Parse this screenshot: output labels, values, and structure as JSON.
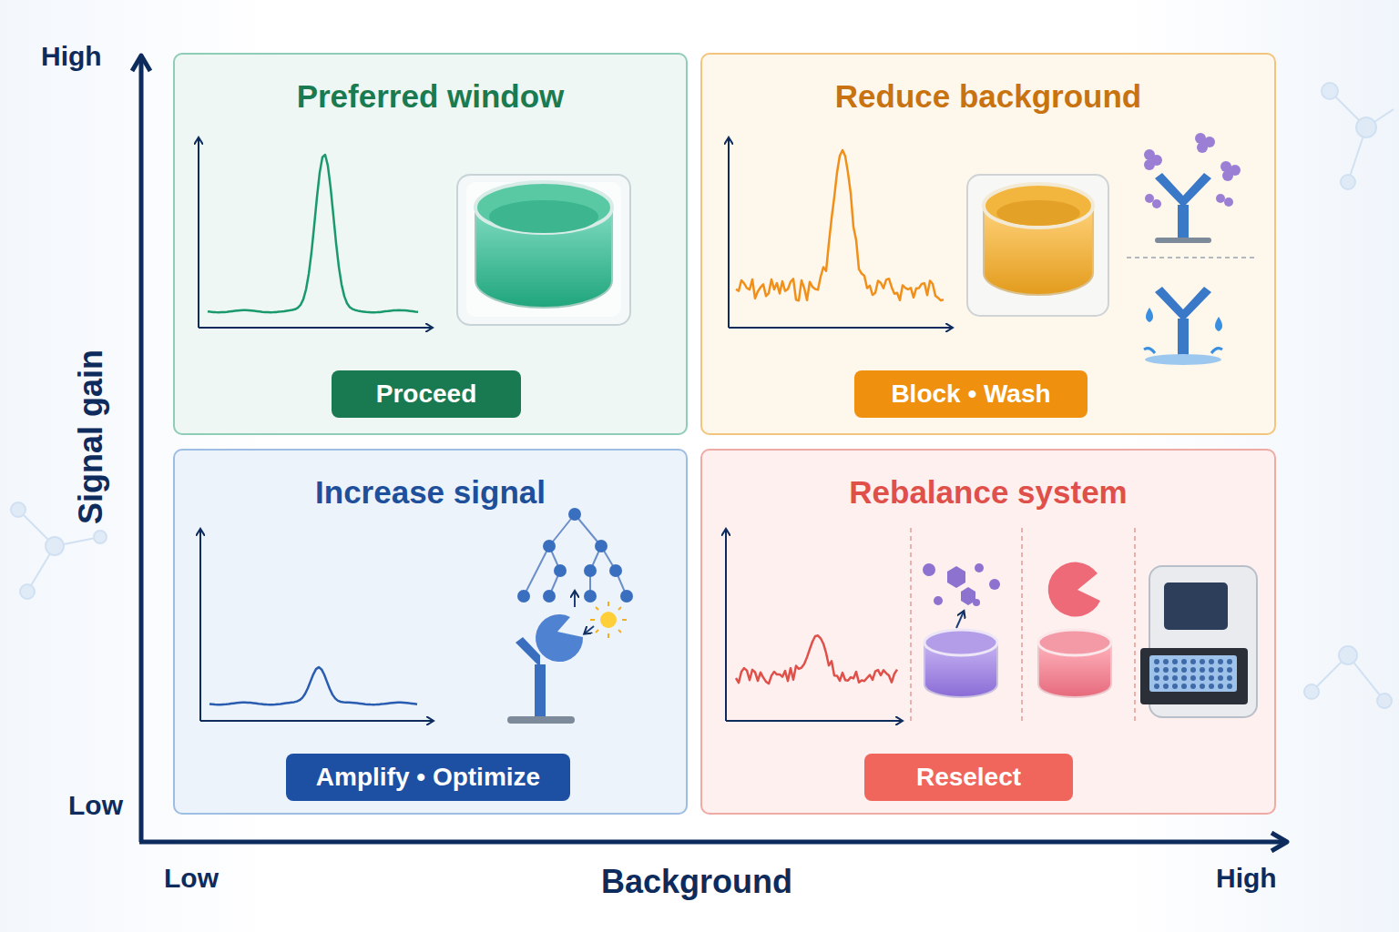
{
  "diagram": {
    "nodes": [
      {
        "text": [
          "Preferred window"
        ]
      },
      {
        "text": [
          "Proceed"
        ],
        "in": 0
      },
      {
        "text": [
          "Reduce background"
        ]
      },
      {
        "text": [
          "Block • Wash"
        ],
        "in": 2
      },
      {
        "text": [
          "Increase signal"
        ]
      },
      {
        "text": [
          "Amplify • Optimize"
        ],
        "in": 4
      },
      {
        "text": [
          "Rebalance system"
        ]
      },
      {
        "text": [
          "Reselect"
        ],
        "in": 6
      }
    ],
    "labels": [
      "High",
      "Signal gain",
      "Low",
      "Low",
      "Background",
      "High"
    ]
  }
}
